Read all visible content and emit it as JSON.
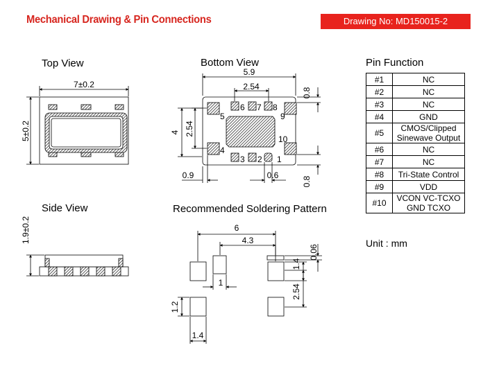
{
  "header": {
    "title": "Mechanical Drawing & Pin Connections",
    "drawing_number": "Drawing No: MD150015-2"
  },
  "views": {
    "top": "Top View",
    "bottom": "Bottom View",
    "side": "Side View",
    "soldering": "Recommended Soldering Pattern"
  },
  "dimensions": {
    "top_width": "7±0.2",
    "top_height": "5±0.2",
    "side_height": "1.9±0.2",
    "bottom_width": "5.9",
    "bottom_pad_spacing": "2.54",
    "bottom_top_margin": "0.8",
    "bottom_height": "4",
    "bottom_vert_spacing": "2.54",
    "bottom_left_offset": "0.9",
    "bottom_pad_width": "0.6",
    "bottom_bottom_margin": "0.8",
    "sold_width": "6",
    "sold_inner": "4.3",
    "sold_pad_gap": "0.06",
    "sold_pad_height": "1.4",
    "sold_small": "1",
    "sold_vert": "2.54",
    "sold_pad_h2": "1.2",
    "sold_pad_w": "1.4"
  },
  "pin_numbers": {
    "p1": "1",
    "p2": "2",
    "p3": "3",
    "p4": "4",
    "p5": "5",
    "p6": "6",
    "p7": "7",
    "p8": "8",
    "p9": "9",
    "p10": "10"
  },
  "pin_function": {
    "heading": "Pin Function",
    "rows": [
      {
        "pin": "#1",
        "lines": [
          "NC"
        ]
      },
      {
        "pin": "#2",
        "lines": [
          "NC"
        ]
      },
      {
        "pin": "#3",
        "lines": [
          "NC"
        ]
      },
      {
        "pin": "#4",
        "lines": [
          "GND"
        ]
      },
      {
        "pin": "#5",
        "lines": [
          "CMOS/Clipped",
          "Sinewave Output"
        ]
      },
      {
        "pin": "#6",
        "lines": [
          "NC"
        ]
      },
      {
        "pin": "#7",
        "lines": [
          "NC"
        ]
      },
      {
        "pin": "#8",
        "lines": [
          "Tri-State Control"
        ]
      },
      {
        "pin": "#9",
        "lines": [
          "VDD"
        ]
      },
      {
        "pin": "#10",
        "lines": [
          "VCON VC-TCXO",
          "GND TCXO"
        ]
      }
    ]
  },
  "unit": "Unit : mm",
  "colors": {
    "accent": "#e8231d",
    "title": "#d7261f"
  }
}
